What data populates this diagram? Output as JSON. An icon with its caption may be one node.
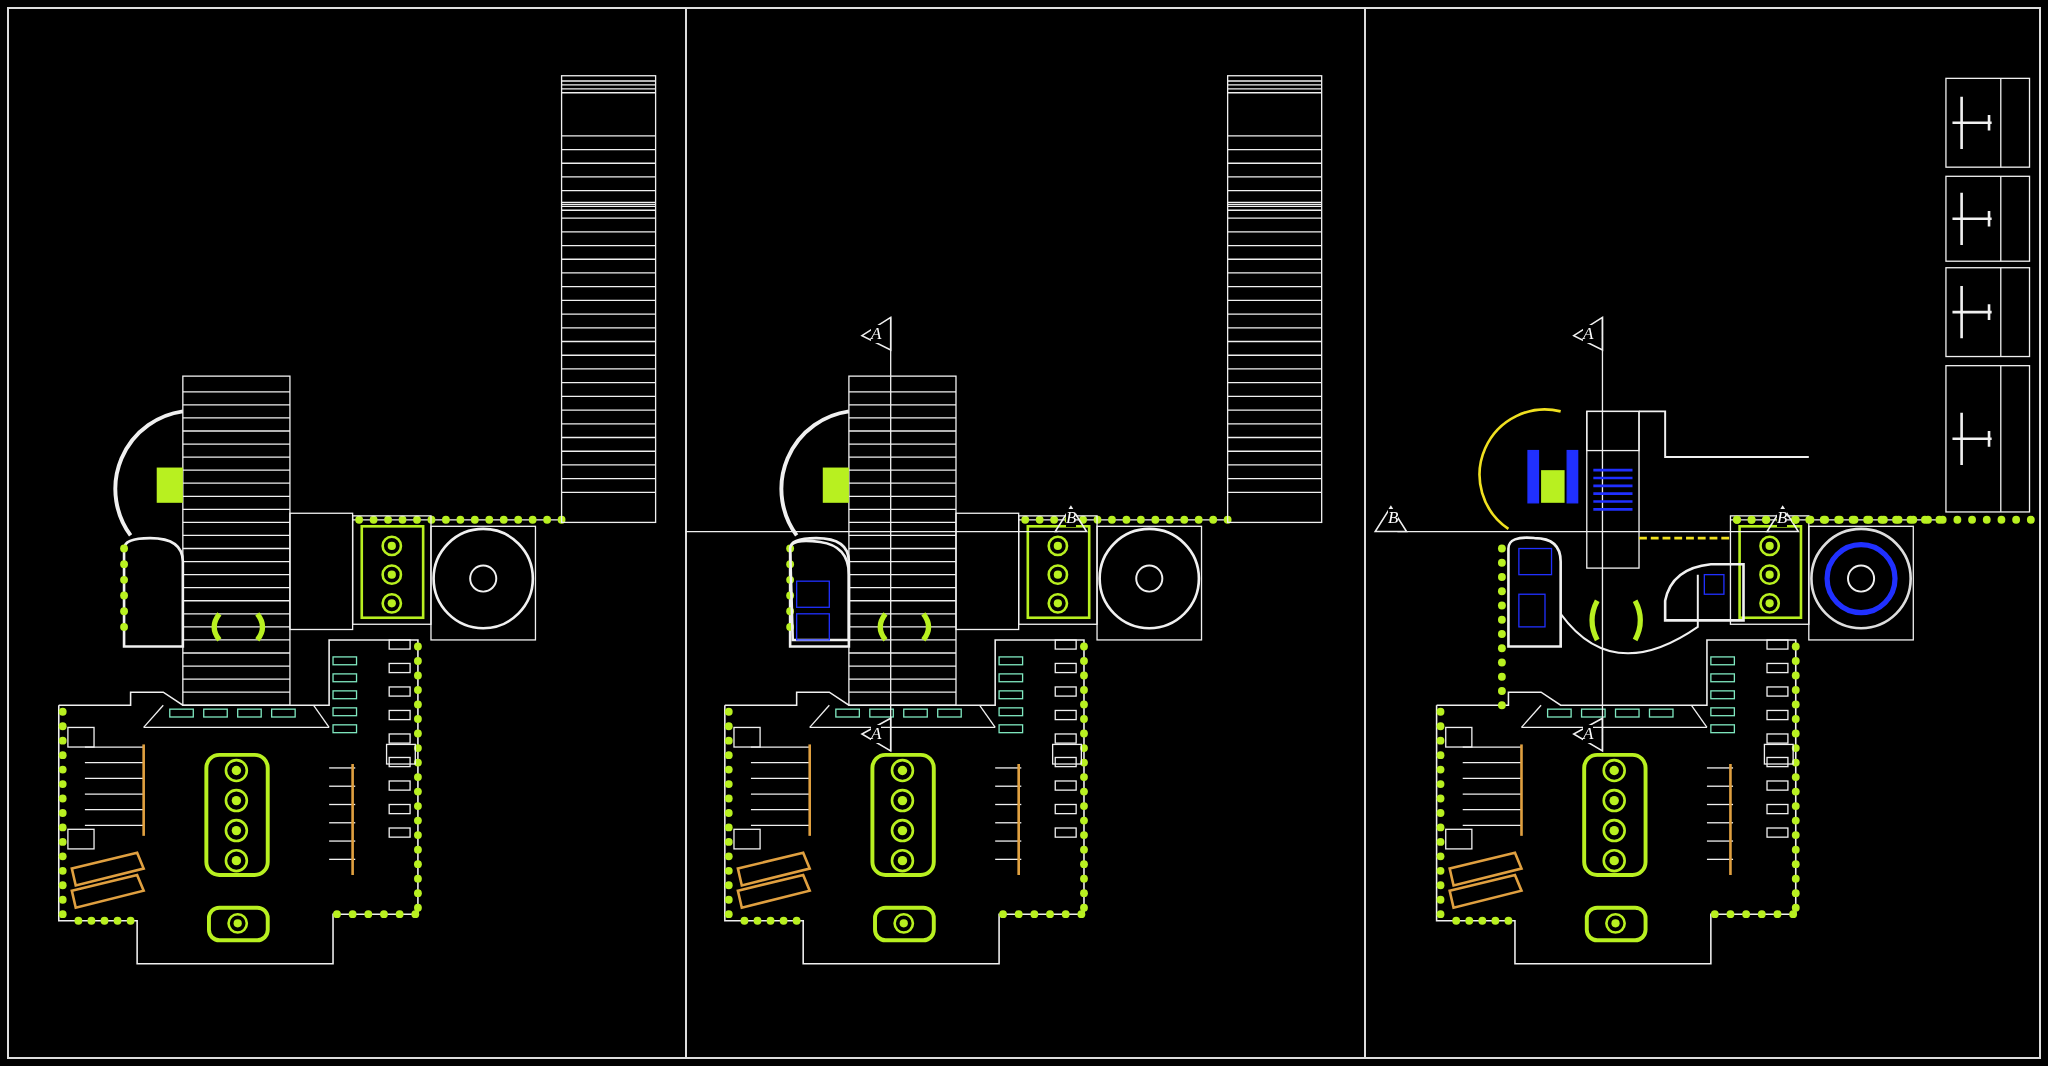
{
  "diagram": {
    "labels": [
      "A",
      "A",
      "B",
      "B",
      "B",
      "A",
      "A"
    ]
  }
}
